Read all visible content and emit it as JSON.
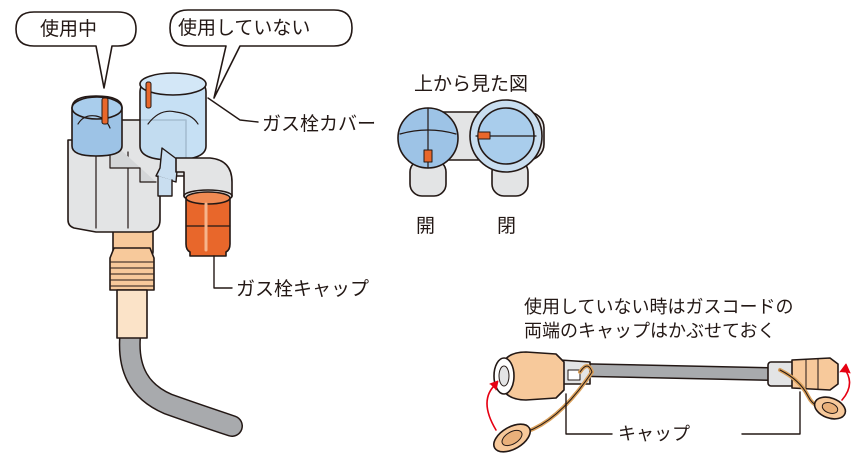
{
  "bubbles": {
    "in_use": "使用中",
    "not_in_use": "使用していない"
  },
  "labels": {
    "cover": "ガス栓カバー",
    "cap": "ガス栓キャップ",
    "top_view": "上から見た図",
    "open": "開",
    "closed": "閉",
    "cord_note_line1": "使用していない時はガスコードの",
    "cord_note_line2": "両端のキャップはかぶせておく",
    "cord_cap": "キャップ"
  },
  "colors": {
    "valve_body": "#e3e4e5",
    "handle_blue": "#9dc3e6",
    "cover_blue": "#bcdaf2",
    "cap_orange": "#e8672b",
    "hose_beige": "#f7c99b",
    "cord_grey": "#a8aaad",
    "arrow_red": "#e60012",
    "outline": "#231815"
  }
}
